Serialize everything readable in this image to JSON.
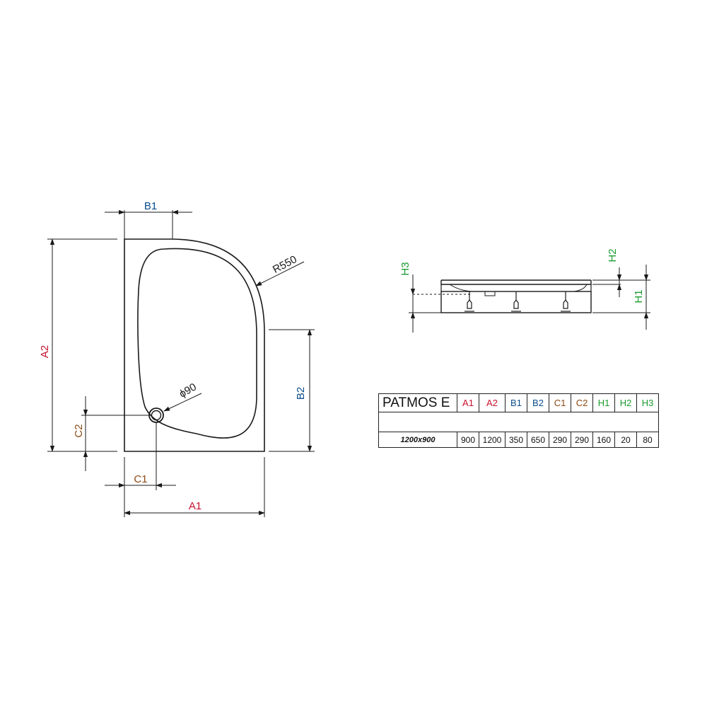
{
  "drawing": {
    "labels": {
      "B1": "B1",
      "A2": "A2",
      "R550": "R550",
      "B2": "B2",
      "C2": "C2",
      "C1": "C1",
      "A1": "A1",
      "diameter": "ϕ90",
      "H3": "H3",
      "H2": "H2",
      "H1": "H1"
    }
  },
  "colors": {
    "A": "#c8102e",
    "B": "#0a4d8c",
    "C": "#8b4a14",
    "H": "#1a9a2e",
    "line": "#1a1a1a"
  },
  "table": {
    "model": "PATMOS E",
    "headers": [
      "A1",
      "A2",
      "B1",
      "B2",
      "C1",
      "C2",
      "H1",
      "H2",
      "H3"
    ],
    "size": "1200x900",
    "values": [
      "900",
      "1200",
      "350",
      "650",
      "290",
      "290",
      "160",
      "20",
      "80"
    ]
  }
}
